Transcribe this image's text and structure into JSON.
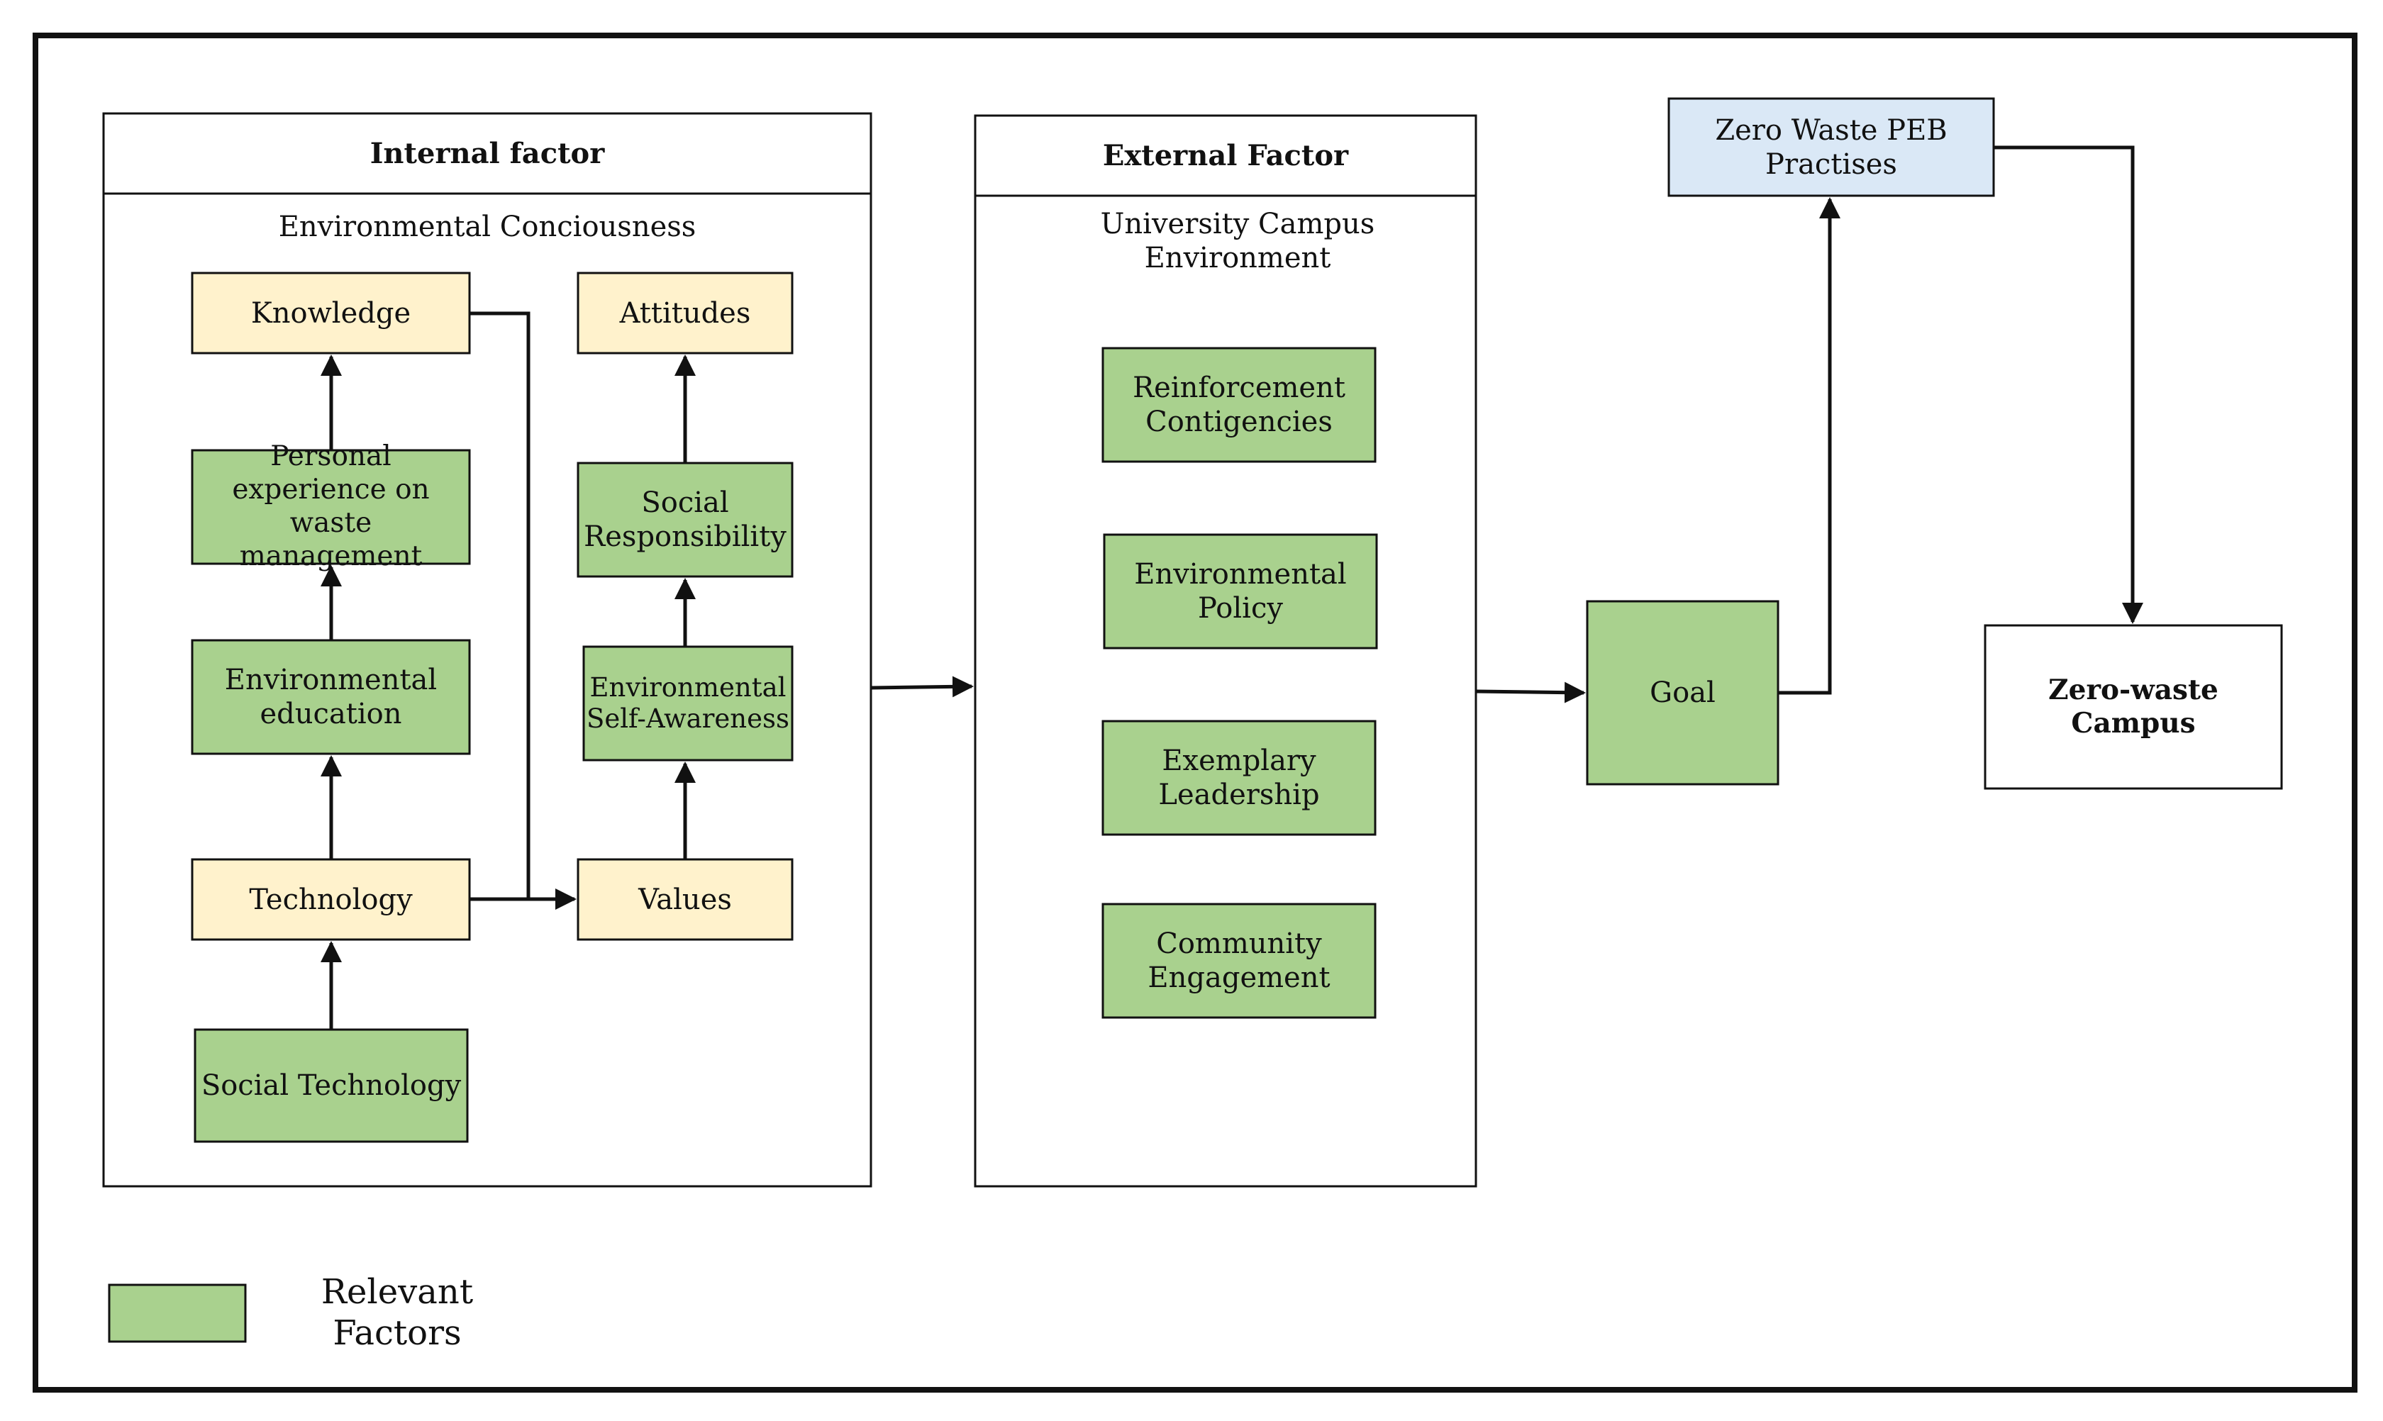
{
  "colors": {
    "relevant": "#a9d18e",
    "neutral": "#fff2cc",
    "outcome": "#dae8f6",
    "plain": "#ffffff",
    "stroke": "#111111"
  },
  "internal_panel": {
    "header": "Internal factor",
    "subtitle": "Environmental Conciousness"
  },
  "external_panel": {
    "header": "External Factor",
    "subtitle": "University Campus Environment"
  },
  "nodes": {
    "knowledge": "Knowledge",
    "personal_experience": "Personal experience on waste management",
    "environmental_education": "Environmental education",
    "technology": "Technology",
    "social_technology": "Social Technology",
    "attitudes": "Attitudes",
    "social_responsibility": "Social Responsibility",
    "self_awareness": "Environmental Self-Awareness",
    "values": "Values",
    "reinforcement": "Reinforcement Contigencies",
    "policy": "Environmental Policy",
    "leadership": "Exemplary Leadership",
    "community": "Community Engagement",
    "goal": "Goal",
    "peb": "Zero Waste PEB Practises",
    "campus": "Zero-waste Campus"
  },
  "legend": {
    "label": "Relevant Factors"
  }
}
